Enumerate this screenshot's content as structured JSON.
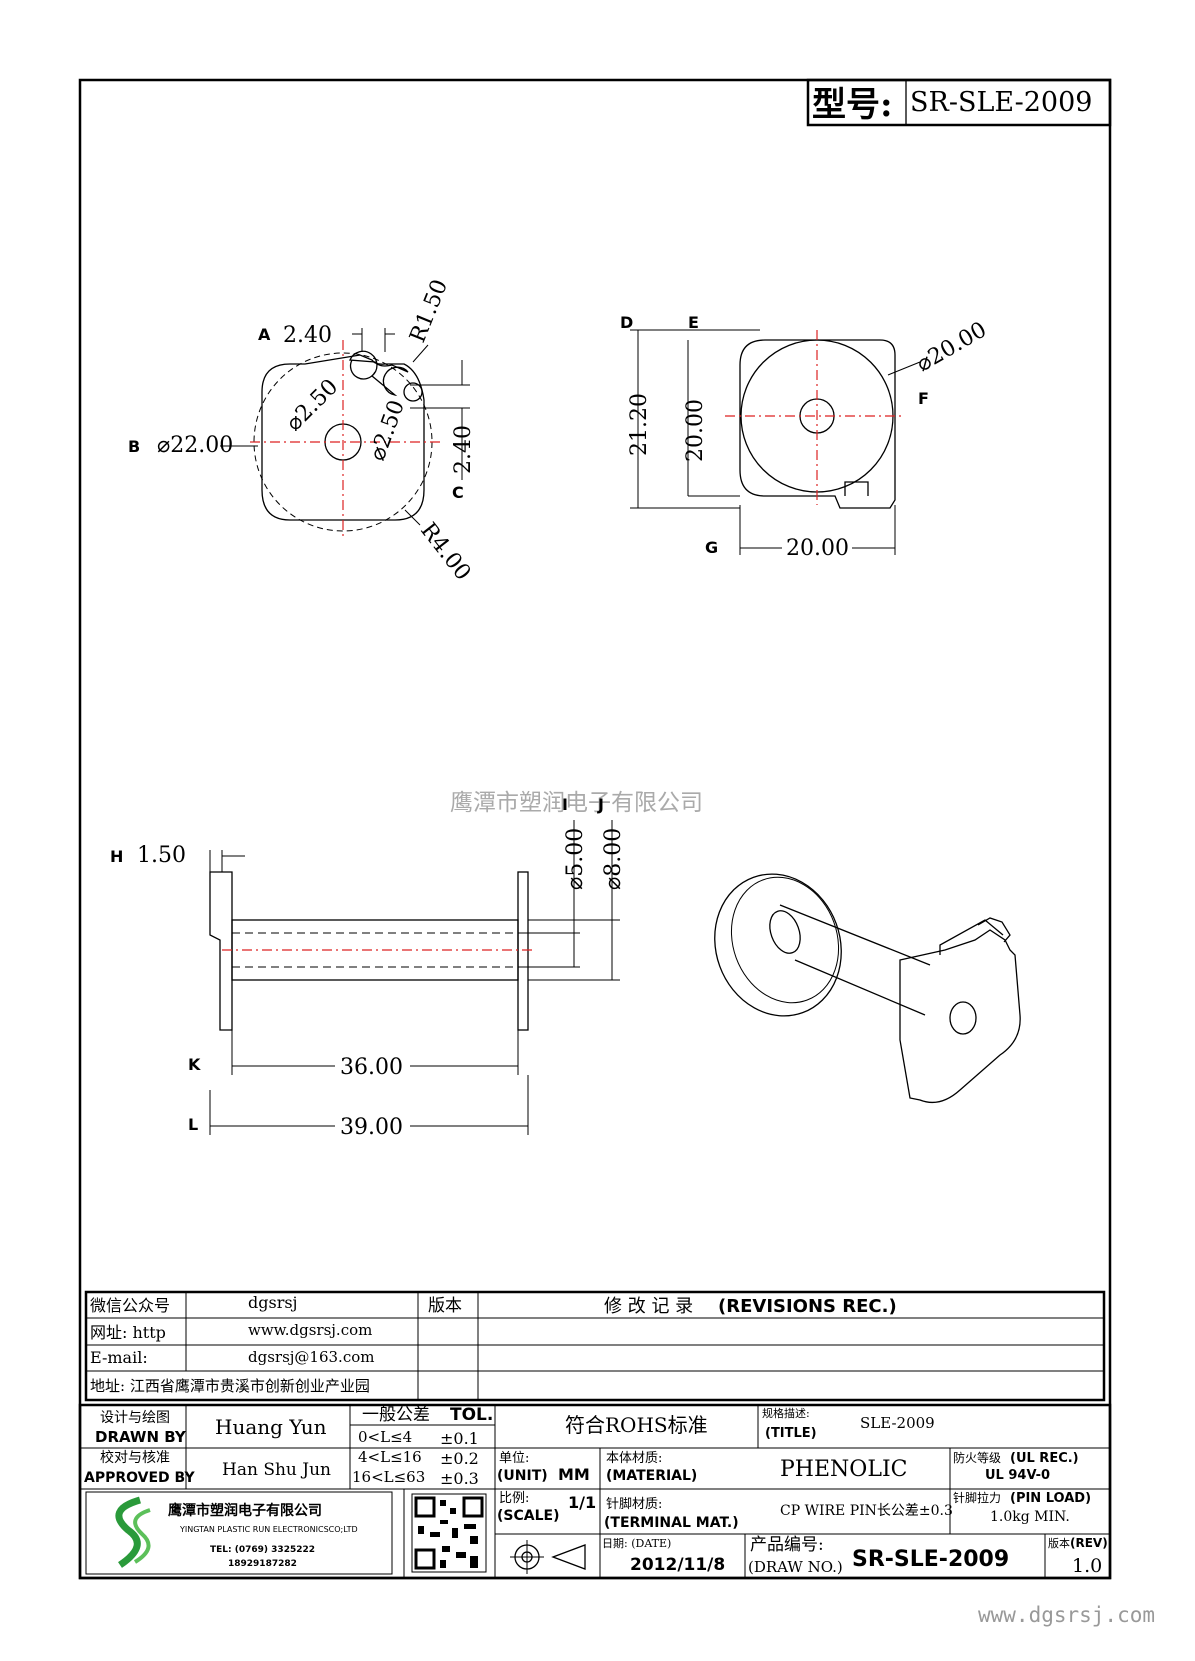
{
  "model": {
    "label": "型号:",
    "value": "SR-SLE-2009"
  },
  "views": {
    "top_left": {
      "dim_a": {
        "tag": "A",
        "value": "2.40"
      },
      "dim_r150": "R1.50",
      "dim_b": {
        "tag": "B",
        "value": "⌀22.00"
      },
      "dim_d250_1": "⌀2.50",
      "dim_d250_2": "⌀2.50",
      "dim_c": {
        "tag": "C",
        "value": "2.40"
      },
      "dim_r400": "R4.00"
    },
    "top_right": {
      "tag_d": "D",
      "tag_e": "E",
      "dim_2120": "21.20",
      "dim_2000v": "20.00",
      "dim_f": {
        "tag": "F",
        "value": "⌀20.00"
      },
      "dim_g": {
        "tag": "G",
        "value": "20.00"
      }
    },
    "side": {
      "dim_h": {
        "tag": "H",
        "value": "1.50"
      },
      "tag_i": "I",
      "tag_j": "J",
      "dim_d500": "⌀5.00",
      "dim_d800": "⌀8.00",
      "dim_k": {
        "tag": "K",
        "value": "36.00"
      },
      "dim_l": {
        "tag": "L",
        "value": "39.00"
      }
    }
  },
  "watermark": "鹰潭市塑润电子有限公司",
  "footer_url": "www.dgsrsj.com",
  "info_block": {
    "wechat_label": "微信公众号",
    "wechat_value": "dgsrsj",
    "web_label": "网址: http",
    "web_value": "www.dgsrsj.com",
    "email_label": "E-mail:",
    "email_value": "dgsrsj@163.com",
    "address": "地址: 江西省鹰潭市贵溪市创新创业产业园",
    "rev_label": "版本",
    "rev_title_cn": "修 改 记 录",
    "rev_title_en": "(REVISIONS REC.)"
  },
  "title_block": {
    "drawn_cn": "设计与绘图",
    "drawn_en": "DRAWN BY",
    "drawn_name": "Huang  Yun",
    "approved_cn": "校对与核准",
    "approved_en": "APPROVED BY",
    "approved_name": "Han Shu Jun",
    "tol_cn": "一般公差",
    "tol_en": "TOL.",
    "tol_rows": [
      {
        "range": "0<L≤4",
        "value": "±0.1"
      },
      {
        "range": "4<L≤16",
        "value": "±0.2"
      },
      {
        "range": "16<L≤63",
        "value": "±0.3"
      }
    ],
    "rohs": "符合ROHS标准",
    "spec_cn": "规格描述:",
    "spec_en": "(TITLE)",
    "spec_value": "SLE-2009",
    "unit_cn": "单位:",
    "unit_en": "(UNIT)",
    "unit_value": "MM",
    "material_cn": "本体材质:",
    "material_en": "(MATERIAL)",
    "material_value": "PHENOLIC",
    "fire_cn": "防火等级",
    "fire_en": "(UL REC.)",
    "fire_value": "UL 94V-0",
    "scale_cn": "比例:",
    "scale_en": "(SCALE)",
    "scale_value": "1/1",
    "terminal_cn": "针脚材质:",
    "terminal_en": "(TERMINAL MAT.)",
    "terminal_value": "CP WIRE  PIN长公差±0.3",
    "pinload_cn": "针脚拉力",
    "pinload_en": "(PIN LOAD)",
    "pinload_value": "1.0kg MIN.",
    "date_cn": "日期: (DATE)",
    "date_value": "2012/11/8",
    "drawno_cn": "产品编号:",
    "drawno_en": "(DRAW NO.)",
    "drawno_value": "SR-SLE-2009",
    "rev_cn": "版本",
    "rev_en": "(REV)",
    "rev_value": "1.0"
  },
  "company": {
    "name_cn": "鹰潭市塑润电子有限公司",
    "name_en": "YINGTAN PLASTIC RUN ELECTRONICSCO;LTD",
    "tel": "TEL: (0769) 3325222",
    "mobile": "18929187282"
  }
}
